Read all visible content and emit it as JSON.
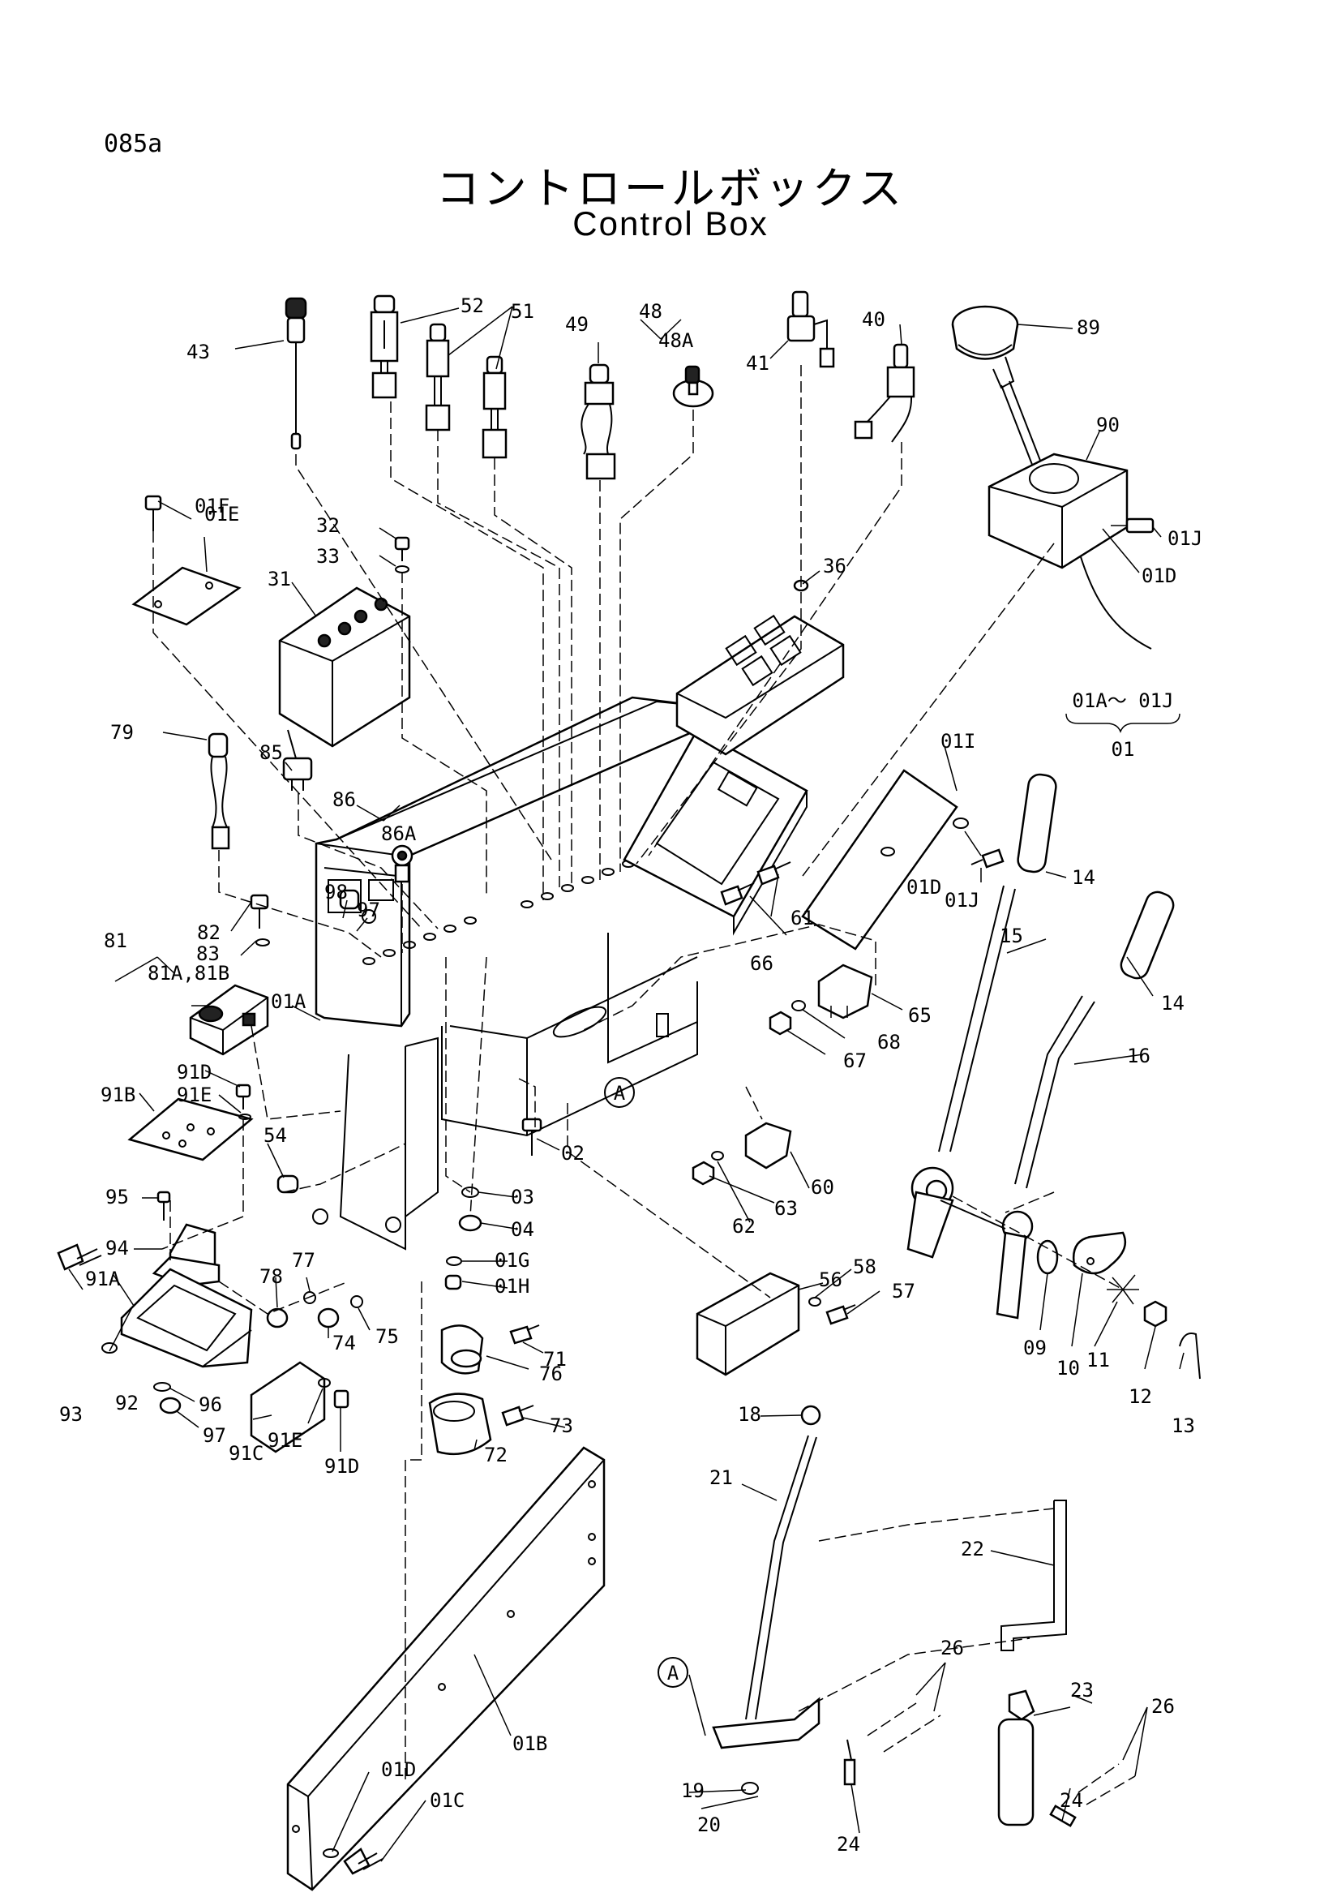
{
  "page_code": "085a",
  "title_jp": "コントロールボックス",
  "title_en": "Control Box",
  "group_note": {
    "range": "01A～ 01J",
    "parent": "01"
  },
  "callouts": [
    {
      "id": "43",
      "label": "43"
    },
    {
      "id": "52",
      "label": "52"
    },
    {
      "id": "51",
      "label": "51"
    },
    {
      "id": "49",
      "label": "49"
    },
    {
      "id": "48",
      "label": "48"
    },
    {
      "id": "48A",
      "label": "48A"
    },
    {
      "id": "41",
      "label": "41"
    },
    {
      "id": "40",
      "label": "40"
    },
    {
      "id": "89",
      "label": "89"
    },
    {
      "id": "90",
      "label": "90"
    },
    {
      "id": "01J-a",
      "label": "01J"
    },
    {
      "id": "01D-a",
      "label": "01D"
    },
    {
      "id": "01F",
      "label": "01F"
    },
    {
      "id": "01E",
      "label": "01E"
    },
    {
      "id": "32",
      "label": "32"
    },
    {
      "id": "33",
      "label": "33"
    },
    {
      "id": "31",
      "label": "31"
    },
    {
      "id": "36",
      "label": "36"
    },
    {
      "id": "79",
      "label": "79"
    },
    {
      "id": "85",
      "label": "85"
    },
    {
      "id": "86",
      "label": "86"
    },
    {
      "id": "86A",
      "label": "86A"
    },
    {
      "id": "01I",
      "label": "01I"
    },
    {
      "id": "01D-b",
      "label": "01D"
    },
    {
      "id": "01J-b",
      "label": "01J"
    },
    {
      "id": "14-a",
      "label": "14"
    },
    {
      "id": "98",
      "label": "98"
    },
    {
      "id": "97-a",
      "label": "97"
    },
    {
      "id": "82",
      "label": "82"
    },
    {
      "id": "83",
      "label": "83"
    },
    {
      "id": "81",
      "label": "81"
    },
    {
      "id": "81AB",
      "label": "81A,81B"
    },
    {
      "id": "01A",
      "label": "01A"
    },
    {
      "id": "61",
      "label": "61"
    },
    {
      "id": "66",
      "label": "66"
    },
    {
      "id": "15",
      "label": "15"
    },
    {
      "id": "14-b",
      "label": "14"
    },
    {
      "id": "65",
      "label": "65"
    },
    {
      "id": "68",
      "label": "68"
    },
    {
      "id": "67",
      "label": "67"
    },
    {
      "id": "16",
      "label": "16"
    },
    {
      "id": "91D-a",
      "label": "91D"
    },
    {
      "id": "91E-a",
      "label": "91E"
    },
    {
      "id": "91B",
      "label": "91B"
    },
    {
      "id": "54",
      "label": "54"
    },
    {
      "id": "02",
      "label": "02"
    },
    {
      "id": "03",
      "label": "03"
    },
    {
      "id": "04",
      "label": "04"
    },
    {
      "id": "01G",
      "label": "01G"
    },
    {
      "id": "01H",
      "label": "01H"
    },
    {
      "id": "60",
      "label": "60"
    },
    {
      "id": "62",
      "label": "62"
    },
    {
      "id": "63",
      "label": "63"
    },
    {
      "id": "95",
      "label": "95"
    },
    {
      "id": "94",
      "label": "94"
    },
    {
      "id": "91A",
      "label": "91A"
    },
    {
      "id": "77",
      "label": "77"
    },
    {
      "id": "78",
      "label": "78"
    },
    {
      "id": "75",
      "label": "75"
    },
    {
      "id": "74",
      "label": "74"
    },
    {
      "id": "56",
      "label": "56"
    },
    {
      "id": "58",
      "label": "58"
    },
    {
      "id": "57",
      "label": "57"
    },
    {
      "id": "09",
      "label": "09"
    },
    {
      "id": "10",
      "label": "10"
    },
    {
      "id": "11",
      "label": "11"
    },
    {
      "id": "12",
      "label": "12"
    },
    {
      "id": "13",
      "label": "13"
    },
    {
      "id": "93",
      "label": "93"
    },
    {
      "id": "92",
      "label": "92"
    },
    {
      "id": "96",
      "label": "96"
    },
    {
      "id": "97-b",
      "label": "97"
    },
    {
      "id": "91C",
      "label": "91C"
    },
    {
      "id": "91E-b",
      "label": "91E"
    },
    {
      "id": "91D-b",
      "label": "91D"
    },
    {
      "id": "71",
      "label": "71"
    },
    {
      "id": "76",
      "label": "76"
    },
    {
      "id": "72",
      "label": "72"
    },
    {
      "id": "73",
      "label": "73"
    },
    {
      "id": "18",
      "label": "18"
    },
    {
      "id": "21",
      "label": "21"
    },
    {
      "id": "22",
      "label": "22"
    },
    {
      "id": "26-a",
      "label": "26"
    },
    {
      "id": "23",
      "label": "23"
    },
    {
      "id": "26-b",
      "label": "26"
    },
    {
      "id": "24-a",
      "label": "24"
    },
    {
      "id": "24-b",
      "label": "24"
    },
    {
      "id": "19",
      "label": "19"
    },
    {
      "id": "20",
      "label": "20"
    },
    {
      "id": "01B",
      "label": "01B"
    },
    {
      "id": "01D-c",
      "label": "01D"
    },
    {
      "id": "01C",
      "label": "01C"
    }
  ],
  "reference_marks": [
    {
      "id": "A-upper",
      "label": "A"
    },
    {
      "id": "A-lower",
      "label": "A"
    }
  ]
}
